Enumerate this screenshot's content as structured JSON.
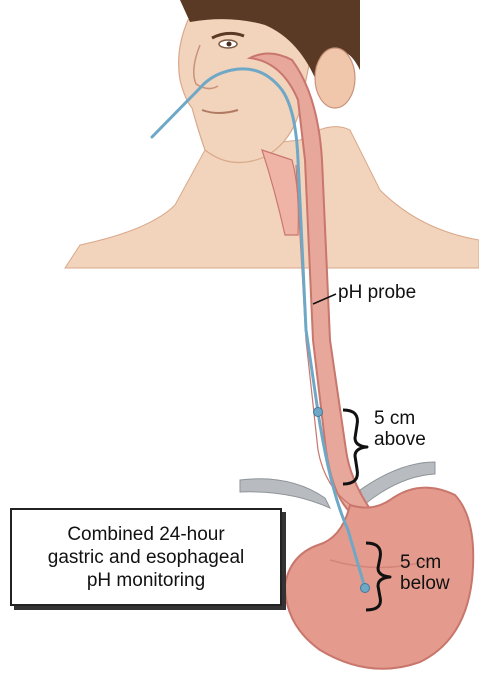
{
  "labels": {
    "probe": "pH probe",
    "above_value": "5 cm",
    "above_word": "above",
    "below_value": "5 cm",
    "below_word": "below"
  },
  "caption": {
    "line1": "Combined 24-hour",
    "line2": "gastric and esophageal",
    "line3": "pH monitoring"
  },
  "colors": {
    "skin": "#f2d3bb",
    "skin_shadow": "#d9a98b",
    "hair": "#5a3a24",
    "esophagus": "#e7a79b",
    "esophagus_dark": "#c9766c",
    "stomach": "#e49b8e",
    "probe": "#6fa8c6",
    "diaphragm": "#b8bcc0"
  }
}
